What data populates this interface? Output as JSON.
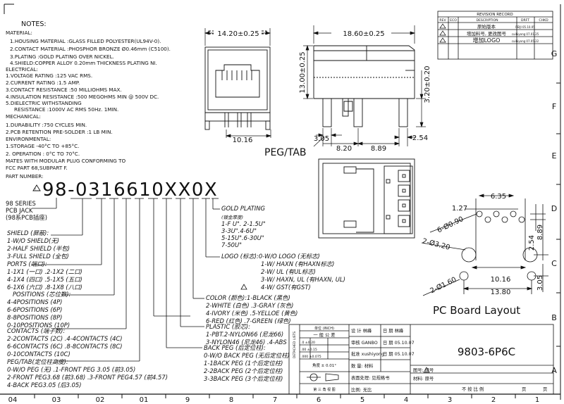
{
  "notes": {
    "title": "NOTES:",
    "lines": [
      "MATERIAL:",
      "1.HOUSING MATERIAL :GLASS FILLED POLYESTER(UL94V-0).",
      "2.CONTACT MATERIAL :PHOSPHOR BRONZE Ø0.46mm (C5100).",
      "3.PLATING :GOLD PLATING OVER NICKEL.",
      "4.SHIELD:COPPER ALLOY 0.20mm THICKNESS PLATING NI.",
      "ELECTRICAL:",
      "1.VOLTAGE RATING :125 VAC RMS.",
      "2.CURRENT RATING :1.5 AMP.",
      "3.CONTACT RESISTANCE :50 MILLIOHMS MAX.",
      "4.INSULATION RESISTANCE :500 MEGOHMS MIN @ 500V DC.",
      "5.DIELECTRIC WITHSTANDING",
      "RESISTANCE :1000V AC RMS 50Hz. 1MIN.",
      "MECHANICAL:",
      "1.DURABILITY :750 CYCLES MIN.",
      "2.PCB RETENTION PRE-SOLDER :1 LB MIN.",
      "ENVIRONMENTAL:",
      "1.STORAGE -40°C TO +85°C.",
      "2. OPERATION : 0°C TO 70°C.",
      "MATES WITH MODULAR PLUG CONFORMING TO",
      "FCC PART 68,SUBPART F.",
      "PART NUMBER:"
    ]
  },
  "part_number": "98-0316610XX0X",
  "part_tree": {
    "series": [
      "98 SERIES",
      "PCB JACK",
      "(98系PCB插座)"
    ],
    "shield": [
      "SHIELD (屏蔽):",
      "1-W/O SHIELD(无)",
      "2-HALF SHIELD (半包)",
      "3-FULL SHIELD (全包)"
    ],
    "ports": [
      "PORTS (端口):",
      "1-1X1 (一口) .2-1X2 (二口)",
      "4-1X4 (四口) .5-1X5 (五口)",
      "6-1X6 (六口) .8-1X8 (八口)"
    ],
    "positions": [
      "POSITIONS (芯位数):",
      "4-4POSITIONS (4P)",
      "6-6POSITIONS (6P)",
      "8-8POSITIONS (8P)",
      "0-10POSITIONS (10P)"
    ],
    "contacts": [
      "CONTACTS (端子数):",
      "2-2CONTACTS (2C) .4-4CONTACTS (4C)",
      "6-6CONTACTS (6C) .8-8CONTACTS (8C)",
      "0-10CONTACTS (10C)"
    ],
    "pegtab": [
      "PEG/TAB(定位柱高度):",
      "0-W/O PEG (无) .1-FRONT PEG 3.05 (前3.05)",
      "2-FRONT PEG3.68 (前3.68) .3-FRONT PEG4.57 (前4.57)",
      "4-BACK PEG3.05 (后3.05)"
    ],
    "back_peg": [
      "BACK PEG (后定位柱):",
      "0-W/O BACK PEG (无后定位柱)",
      "1-1BACK PEG (1个后定位柱)",
      "2-2BACK PEG (2个后定位柱)",
      "3-3BACK PEG (3个后定位柱)"
    ],
    "plastic": [
      "PLASTIC (胶芯):",
      "1-PBT.2-NYLON66 (尼龙66)",
      "3-NYLON46 (尼龙46) .4-ABS"
    ],
    "color": [
      "COLOR (颜色):1-BLACK (黑色)",
      "2-WHITE (白色) .3-GRAY (灰色)",
      "4-IVORY (米色) .5-YELLOE (黄色)",
      "6-RED (红色) .7-GREEN (绿色)"
    ],
    "logo": [
      "LOGO (标志):0-W/O LOGO (无标志)",
      "1-W/ HAXN (有HAXN标志)",
      "2-W/ UL (有UL标志)",
      "3-W/ HAXN, UL (有HAXN, UL)",
      "4-W/ GST(有GST)"
    ],
    "gold": [
      "GOLD PLATING",
      "(镀金厚度)",
      "1-F U\". 2-1.5U\"",
      "3-3U\".4-6U\"",
      "5-15U\".6-30U\"",
      "7-50U\""
    ]
  },
  "dimensions": {
    "front_width": "14.20±0.25",
    "front_bottom": "10.16",
    "side_length": "18.60±0.25",
    "side_height": "13.00±0.25",
    "side_peg": "3.20±0.20",
    "peg_305": "3.05",
    "peg_820": "8.20",
    "peg_889": "8.89",
    "peg_254": "2.54",
    "peg_label": "PEG/TAB",
    "pcb_635": "6.35",
    "pcb_127": "1.27",
    "pcb_hole6": "6-Ø0.90",
    "pcb_hole2a": "2-Ø3.20",
    "pcb_hole2b": "2-Ø1.60",
    "pcb_254": "2.54",
    "pcb_889": "8.89",
    "pcb_1016": "10.16",
    "pcb_1380": "13.80",
    "pcb_305": "3.05",
    "layout_title": "PC Board Layout"
  },
  "revision": {
    "title": "REVISION RECORD",
    "headers": [
      "REV",
      "ECO",
      "DESCRIPTION",
      "DRFT",
      "CHKD"
    ],
    "rows": [
      {
        "desc": "原始版本",
        "drft": "PEIJI 05.10.05"
      },
      {
        "desc": "增加料号, 更改图号",
        "drft": "cuihiyong 07.01.25"
      },
      {
        "desc": "增加LOGO",
        "drft": "cuihiyong 07.05.22"
      }
    ]
  },
  "title_block": {
    "unit_head": "单位 (INCH)",
    "tol_head": "一 般 公 差",
    "tol_rows": [
      ".0 ±0.20",
      ".00 ±0.15",
      ".000 ±0.075"
    ],
    "angle": "角度 ± 0.01°",
    "side_label": "DETACHED LISTS",
    "design": "设 计 林峰",
    "design_date": "日 期 林峰",
    "review": "审核 GANBO",
    "review_date": "日 期 05.10.07",
    "approve": "批准 xushiyong",
    "approve_date": "日 期 05.10.07",
    "qty": "数 量: 材料",
    "surface": "表面处理: 见规格书",
    "scale": "比例: 无比",
    "projection": "第 三 角 视 图",
    "drawing_no": "9803-6P6C",
    "figno": "图号: 原号",
    "material": "材料: 原号",
    "scale_note": "不 按 比 例",
    "page": "页",
    "page2": "页"
  },
  "grid": {
    "bottom": [
      "04",
      "03",
      "02",
      "01",
      "9",
      "8",
      "7",
      "6",
      "5",
      "4",
      "3",
      "2",
      "1"
    ],
    "right": [
      "G",
      "F",
      "E",
      "D",
      "C",
      "B",
      "A"
    ]
  }
}
